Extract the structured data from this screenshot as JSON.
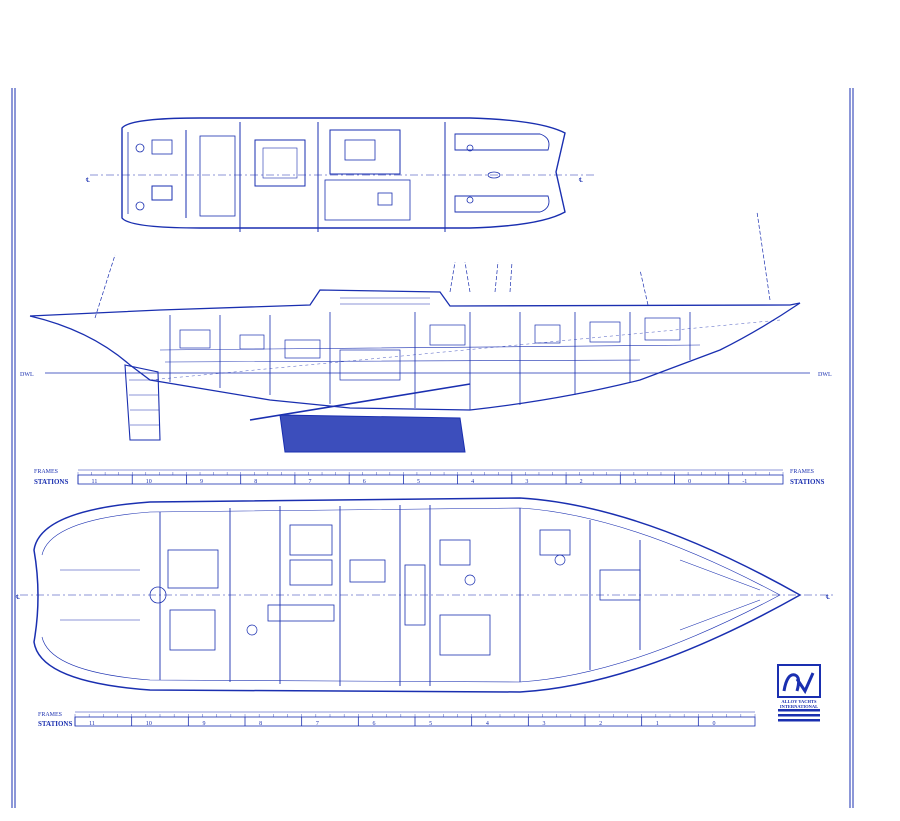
{
  "colors": {
    "ink": "#1a2fb0",
    "paper": "#ffffff"
  },
  "labels": {
    "dwl": "DWL",
    "stations": "STATIONS",
    "frames": "FRAMES",
    "centerline": "℄",
    "station_numbers": [
      "11",
      "10",
      "9",
      "8",
      "7",
      "6",
      "5",
      "4",
      "3",
      "2",
      "1",
      "0",
      "-1"
    ],
    "lower_station_numbers": [
      "11",
      "10",
      "9",
      "8",
      "7",
      "6",
      "5",
      "4",
      "3",
      "2",
      "1",
      "0"
    ]
  },
  "logo": {
    "mark": "AY",
    "name_line1": "ALLOY YACHTS",
    "name_line2": "INTERNATIONAL"
  }
}
